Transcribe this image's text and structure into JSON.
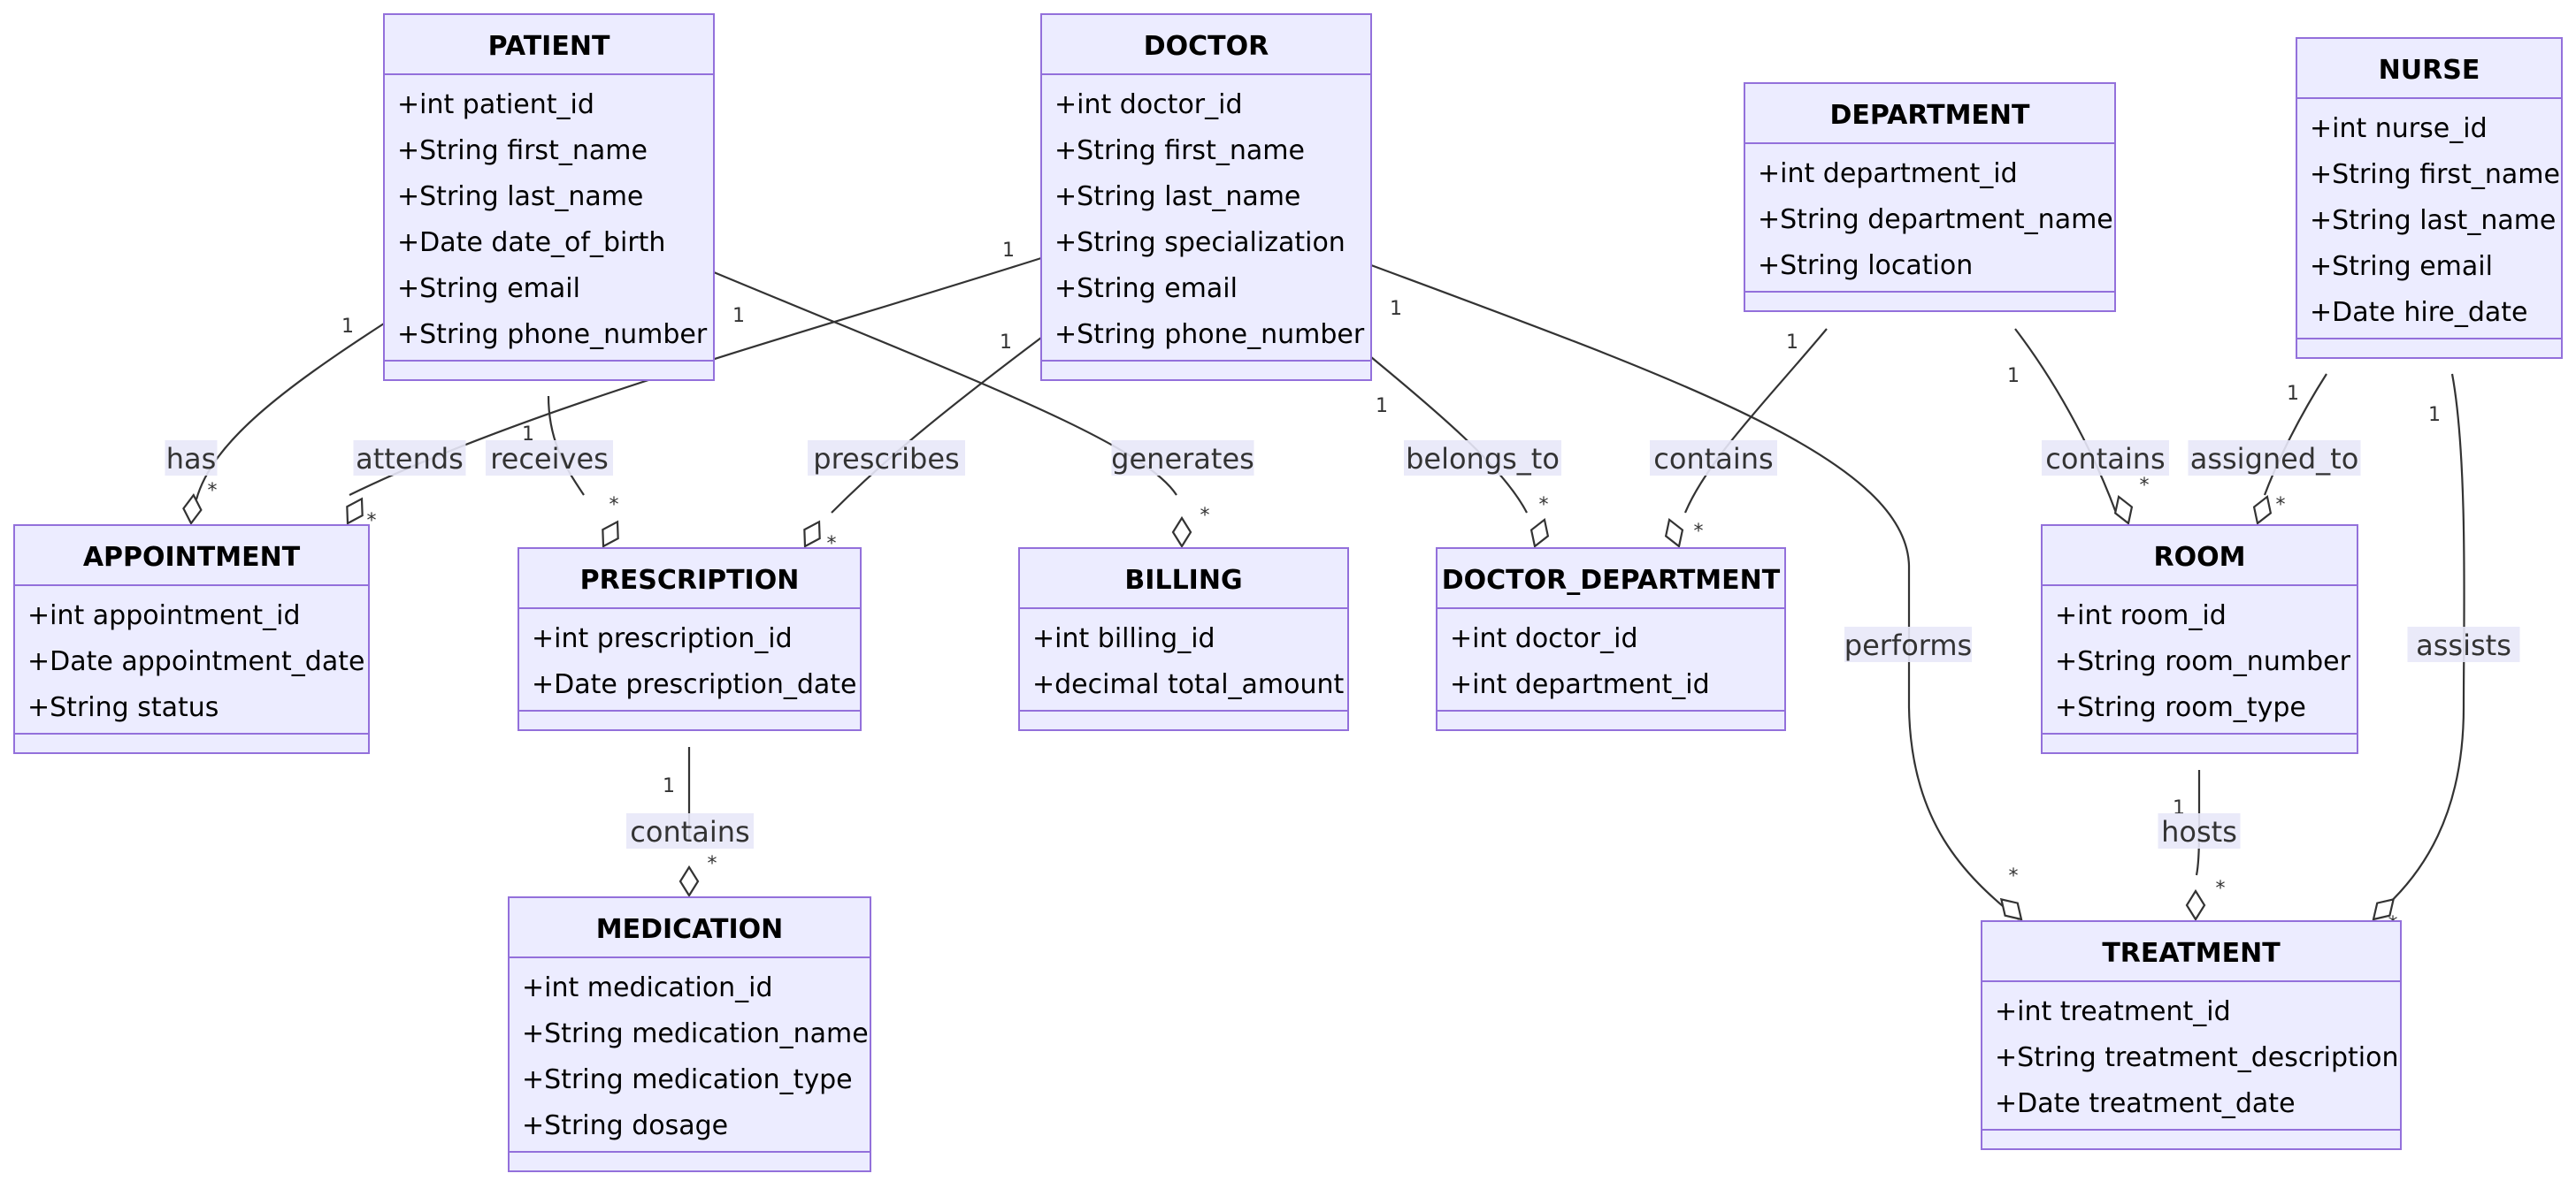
{
  "classes": [
    {
      "id": "patient",
      "name": "PATIENT",
      "attributes": [
        "+int patient_id",
        "+String first_name",
        "+String last_name",
        "+Date date_of_birth",
        "+String email",
        "+String phone_number"
      ]
    },
    {
      "id": "doctor",
      "name": "DOCTOR",
      "attributes": [
        "+int doctor_id",
        "+String first_name",
        "+String last_name",
        "+String specialization",
        "+String email",
        "+String phone_number"
      ]
    },
    {
      "id": "department",
      "name": "DEPARTMENT",
      "attributes": [
        "+int department_id",
        "+String department_name",
        "+String location"
      ]
    },
    {
      "id": "nurse",
      "name": "NURSE",
      "attributes": [
        "+int nurse_id",
        "+String first_name",
        "+String last_name",
        "+String email",
        "+Date hire_date"
      ]
    },
    {
      "id": "appointment",
      "name": "APPOINTMENT",
      "attributes": [
        "+int appointment_id",
        "+Date appointment_date",
        "+String status"
      ]
    },
    {
      "id": "prescription",
      "name": "PRESCRIPTION",
      "attributes": [
        "+int prescription_id",
        "+Date prescription_date"
      ]
    },
    {
      "id": "billing",
      "name": "BILLING",
      "attributes": [
        "+int billing_id",
        "+decimal total_amount"
      ]
    },
    {
      "id": "doctor_department",
      "name": "DOCTOR_DEPARTMENT",
      "attributes": [
        "+int doctor_id",
        "+int department_id"
      ]
    },
    {
      "id": "room",
      "name": "ROOM",
      "attributes": [
        "+int room_id",
        "+String room_number",
        "+String room_type"
      ]
    },
    {
      "id": "medication",
      "name": "MEDICATION",
      "attributes": [
        "+int medication_id",
        "+String medication_name",
        "+String medication_type",
        "+String dosage"
      ]
    },
    {
      "id": "treatment",
      "name": "TREATMENT",
      "attributes": [
        "+int treatment_id",
        "+String treatment_description",
        "+Date treatment_date"
      ]
    }
  ],
  "relationships": [
    {
      "id": "has",
      "from": "patient",
      "to": "appointment",
      "label": "has",
      "from_card": "1",
      "to_card": "*"
    },
    {
      "id": "attends",
      "from": "doctor",
      "to": "appointment",
      "label": "attends",
      "from_card": "1",
      "to_card": "*"
    },
    {
      "id": "receives",
      "from": "patient",
      "to": "prescription",
      "label": "receives",
      "from_card": "1",
      "to_card": "*"
    },
    {
      "id": "prescribes",
      "from": "doctor",
      "to": "prescription",
      "label": "prescribes",
      "from_card": "1",
      "to_card": "*"
    },
    {
      "id": "generates",
      "from": "patient",
      "to": "billing",
      "label": "generates",
      "from_card": "1",
      "to_card": "*"
    },
    {
      "id": "belongs_to",
      "from": "doctor",
      "to": "doctor_department",
      "label": "belongs_to",
      "from_card": "1",
      "to_card": "*"
    },
    {
      "id": "dept_contains",
      "from": "department",
      "to": "doctor_department",
      "label": "contains",
      "from_card": "1",
      "to_card": "*"
    },
    {
      "id": "performs",
      "from": "doctor",
      "to": "treatment",
      "label": "performs",
      "from_card": "1",
      "to_card": "*"
    },
    {
      "id": "room_contains",
      "from": "department",
      "to": "room",
      "label": "contains",
      "from_card": "1",
      "to_card": "*"
    },
    {
      "id": "assigned_to",
      "from": "nurse",
      "to": "room",
      "label": "assigned_to",
      "from_card": "1",
      "to_card": "*"
    },
    {
      "id": "assists",
      "from": "nurse",
      "to": "treatment",
      "label": "assists",
      "from_card": "1",
      "to_card": "*"
    },
    {
      "id": "med_contains",
      "from": "prescription",
      "to": "medication",
      "label": "contains",
      "from_card": "1",
      "to_card": "*"
    },
    {
      "id": "hosts",
      "from": "room",
      "to": "treatment",
      "label": "hosts",
      "from_card": "1",
      "to_card": "*"
    }
  ]
}
